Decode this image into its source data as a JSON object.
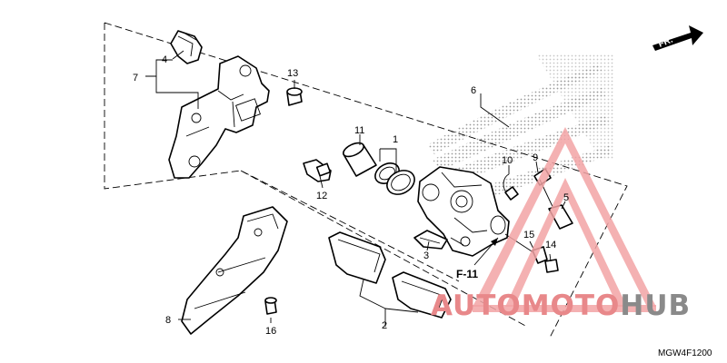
{
  "diagram": {
    "callouts": [
      {
        "id": "c1",
        "label": "1"
      },
      {
        "id": "c2",
        "label": "2"
      },
      {
        "id": "c3",
        "label": "3"
      },
      {
        "id": "c4",
        "label": "4"
      },
      {
        "id": "c5",
        "label": "5"
      },
      {
        "id": "c6",
        "label": "6"
      },
      {
        "id": "c7",
        "label": "7"
      },
      {
        "id": "c8",
        "label": "8"
      },
      {
        "id": "c9",
        "label": "9"
      },
      {
        "id": "c10",
        "label": "10"
      },
      {
        "id": "c11",
        "label": "11"
      },
      {
        "id": "c12",
        "label": "12"
      },
      {
        "id": "c13",
        "label": "13"
      },
      {
        "id": "c14",
        "label": "14"
      },
      {
        "id": "c15",
        "label": "15"
      },
      {
        "id": "c16",
        "label": "16"
      }
    ],
    "reference_label": "F-11",
    "front_label": "FR.",
    "diagram_code": "MGW4F1200"
  },
  "watermark": {
    "text_red": "AUTOMOTO",
    "text_gray": "HUB",
    "color_red": "#e8888a",
    "color_gray": "#8a8a8a",
    "triangle_color": "#f2a3a5"
  }
}
